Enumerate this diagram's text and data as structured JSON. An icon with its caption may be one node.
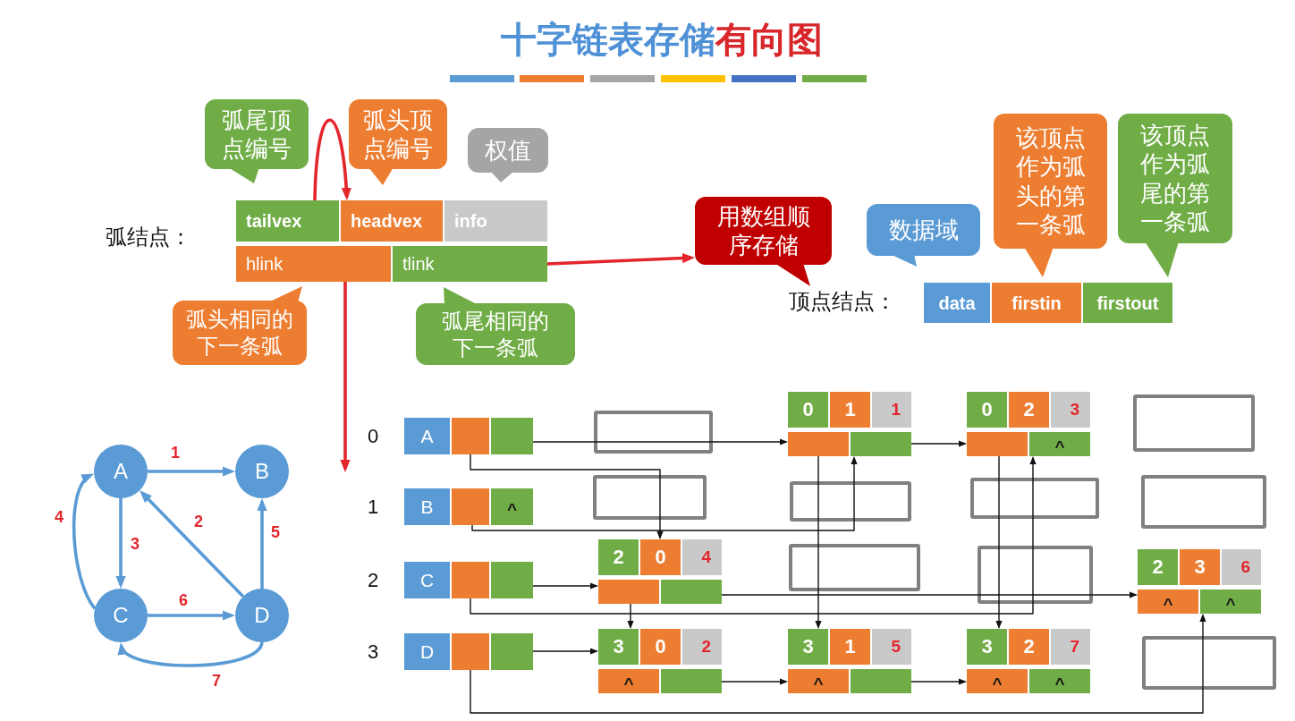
{
  "diagram": {
    "title": "十字链表存储**有向图**",
    "nodes": [
      {
        "text": [
          "弧尾顶点编号"
        ]
      },
      {
        "text": [
          "弧头顶点编号"
        ]
      },
      {
        "text": [
          "权值"
        ]
      },
      {
        "text": [
          "tailvex"
        ]
      },
      {
        "text": [
          "headvex"
        ]
      },
      {
        "text": [
          "info"
        ]
      },
      {
        "text": [
          "hlink"
        ]
      },
      {
        "text": [
          "tlink"
        ]
      },
      {
        "text": [
          "弧头相同的下一条弧"
        ]
      },
      {
        "text": [
          "弧尾相同的下一条弧"
        ]
      },
      {
        "text": [
          "用数组顺序存储"
        ]
      },
      {
        "text": [
          "数据域"
        ]
      },
      {
        "text": [
          "该顶点作为弧头的第一条弧"
        ]
      },
      {
        "text": [
          "该顶点作为弧尾的第一条弧"
        ]
      },
      {
        "text": [
          "data"
        ]
      },
      {
        "text": [
          "firstin"
        ]
      },
      {
        "text": [
          "firstout"
        ]
      },
      {
        "text": [
          "A"
        ]
      },
      {
        "text": [
          "B"
        ]
      },
      {
        "text": [
          "C"
        ]
      },
      {
        "text": [
          "D"
        ]
      },
      {
        "text": [
          "A"
        ]
      },
      {
        "text": [],
        "shape": "box"
      },
      {
        "text": [],
        "shape": "box"
      },
      {
        "text": [
          "B"
        ]
      },
      {
        "text": [],
        "shape": "box"
      },
      {
        "text": [
          "^"
        ]
      },
      {
        "text": [
          "C"
        ]
      },
      {
        "text": [],
        "shape": "box"
      },
      {
        "text": [],
        "shape": "box"
      },
      {
        "text": [
          "D"
        ]
      },
      {
        "text": [],
        "shape": "box"
      },
      {
        "text": [],
        "shape": "box"
      },
      {
        "text": [
          "0"
        ]
      },
      {
        "text": [
          "1"
        ]
      },
      {
        "text": [
          "1"
        ]
      },
      {
        "text": [],
        "shape": "box"
      },
      {
        "text": [],
        "shape": "box"
      },
      {
        "text": [
          "0"
        ]
      },
      {
        "text": [
          "2"
        ]
      },
      {
        "text": [
          "3"
        ]
      },
      {
        "text": [],
        "shape": "box"
      },
      {
        "text": [
          "^"
        ]
      },
      {
        "text": [
          "2"
        ]
      },
      {
        "text": [
          "0"
        ]
      },
      {
        "text": [
          "4"
        ]
      },
      {
        "text": [],
        "shape": "box"
      },
      {
        "text": [],
        "shape": "box"
      },
      {
        "text": [
          "2"
        ]
      },
      {
        "text": [
          "3"
        ]
      },
      {
        "text": [
          "6"
        ]
      },
      {
        "text": [
          "^"
        ]
      },
      {
        "text": [
          "^"
        ]
      },
      {
        "text": [
          "3"
        ]
      },
      {
        "text": [
          "0"
        ]
      },
      {
        "text": [
          "2"
        ]
      },
      {
        "text": [
          "^"
        ]
      },
      {
        "text": [],
        "shape": "box"
      },
      {
        "text": [
          "3"
        ]
      },
      {
        "text": [
          "1"
        ]
      },
      {
        "text": [
          "5"
        ]
      },
      {
        "text": [
          "^"
        ]
      },
      {
        "text": [],
        "shape": "box"
      },
      {
        "text": [
          "3"
        ]
      },
      {
        "text": [
          "2"
        ]
      },
      {
        "text": [
          "7"
        ]
      },
      {
        "text": [
          "^"
        ]
      },
      {
        "text": [
          "^"
        ]
      }
    ],
    "edges": [
      {
        "from": 17,
        "to": 18,
        "arrow": "to",
        "label": "1",
        "style": "thick",
        "color": "#5b9bd5"
      },
      {
        "from": 20,
        "to": 17,
        "arrow": "to",
        "label": "2",
        "style": "thick",
        "color": "#5b9bd5"
      },
      {
        "from": 17,
        "to": 19,
        "arrow": "to",
        "label": "3",
        "style": "thick",
        "color": "#5b9bd5"
      },
      {
        "from": 19,
        "to": 17,
        "arrow": "to",
        "label": "4",
        "style": "thick",
        "color": "#5b9bd5"
      },
      {
        "from": 20,
        "to": 18,
        "arrow": "to",
        "label": "5",
        "style": "thick",
        "color": "#5b9bd5"
      },
      {
        "from": 19,
        "to": 20,
        "arrow": "to",
        "label": "6",
        "style": "thick",
        "color": "#5b9bd5"
      },
      {
        "from": 20,
        "to": 19,
        "arrow": "to",
        "label": "7",
        "style": "thick",
        "color": "#5b9bd5"
      },
      {
        "from": 3,
        "to": 4,
        "arrow": "to",
        "style": "thick",
        "color": "#e3262b"
      },
      {
        "from": 6,
        "to": null,
        "arrow": "to",
        "style": "thick",
        "color": "#e3262b"
      },
      {
        "from": 7,
        "to": 10,
        "arrow": "to",
        "style": "thick",
        "color": "#e3262b"
      },
      {
        "from": 23,
        "to": 36,
        "arrow": "to"
      },
      {
        "from": 37,
        "to": 41,
        "arrow": "to"
      },
      {
        "from": 22,
        "to": 44,
        "arrow": "to"
      },
      {
        "from": 25,
        "to": 37,
        "arrow": "to"
      },
      {
        "from": 29,
        "to": 46,
        "arrow": "to"
      },
      {
        "from": 28,
        "to": 42,
        "arrow": "to"
      },
      {
        "from": 46,
        "to": 53,
        "arrow": "to"
      },
      {
        "from": 47,
        "to": 51,
        "arrow": "to"
      },
      {
        "from": 32,
        "to": 53,
        "arrow": "to"
      },
      {
        "from": 31,
        "to": 52,
        "arrow": "to"
      },
      {
        "from": 57,
        "to": 61,
        "arrow": "to"
      },
      {
        "from": 62,
        "to": 66,
        "arrow": "to"
      },
      {
        "from": 36,
        "to": 58,
        "arrow": "to"
      },
      {
        "from": 41,
        "to": 63,
        "arrow": "to"
      }
    ],
    "labels": [
      "弧结点：",
      "顶点结点：",
      "0",
      "1",
      "2",
      "3"
    ]
  }
}
